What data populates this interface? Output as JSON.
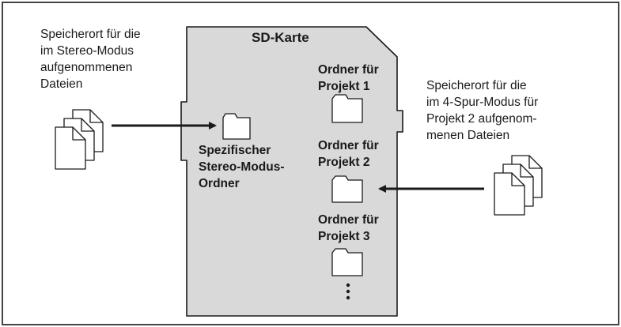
{
  "card": {
    "title": "SD-Karte"
  },
  "left_caption": [
    "Speicherort für die",
    "im Stereo-Modus",
    "aufgenommenen",
    "Dateien"
  ],
  "right_caption": [
    "Speicherort für die",
    "im 4-Spur-Modus für",
    "Projekt 2 aufgenom-",
    "menen Dateien"
  ],
  "stereo_folder": {
    "label": [
      "Spezifischer",
      "Stereo-Modus-",
      "Ordner"
    ]
  },
  "project_folders": [
    {
      "label": [
        "Ordner für",
        "Projekt 1"
      ]
    },
    {
      "label": [
        "Ordner für",
        "Projekt 2"
      ]
    },
    {
      "label": [
        "Ordner für",
        "Projekt 3"
      ]
    }
  ],
  "more_indicator": "more-folders-ellipsis",
  "colors": {
    "card_fill": "#d9d9d9",
    "stroke": "#1a1a1a",
    "frame": "#444444"
  }
}
